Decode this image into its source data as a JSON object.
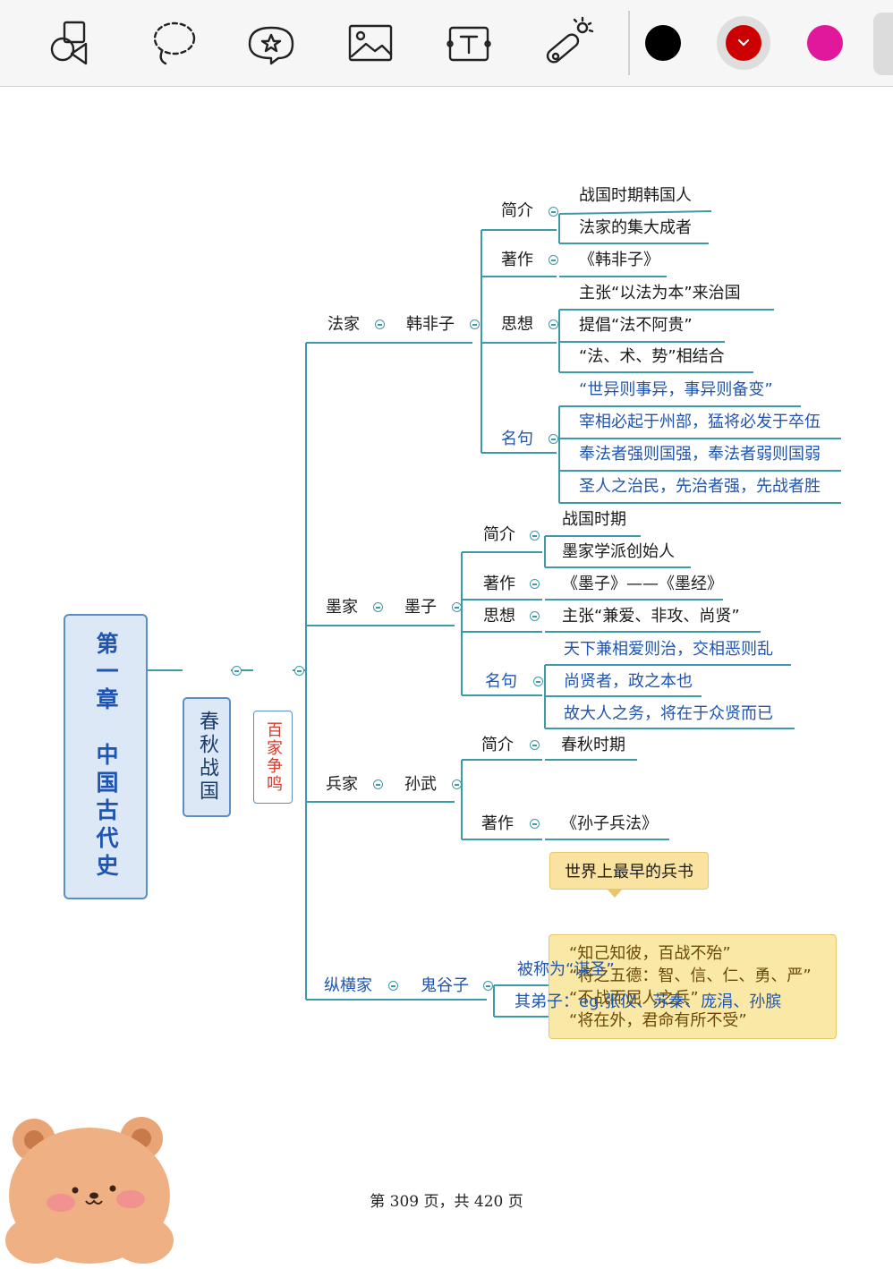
{
  "toolbar": {
    "tools": [
      {
        "name": "shapes",
        "icon": "shapes-icon"
      },
      {
        "name": "lasso",
        "icon": "lasso-icon"
      },
      {
        "name": "sticker",
        "icon": "sticker-star-icon"
      },
      {
        "name": "image",
        "icon": "image-icon"
      },
      {
        "name": "text",
        "icon": "text-box-icon"
      },
      {
        "name": "laser",
        "icon": "laser-pointer-icon"
      }
    ],
    "colors": [
      {
        "name": "black",
        "hex": "#000000",
        "selected": false
      },
      {
        "name": "red",
        "hex": "#cc0000",
        "selected": true
      },
      {
        "name": "magenta",
        "hex": "#e2189c",
        "selected": false
      }
    ]
  },
  "mindmap": {
    "chapter": "第一章　中国古代史",
    "period": "春秋战国",
    "topic": "百家争鸣",
    "legalism": {
      "school": "法家",
      "person": "韩非子",
      "intro_label": "简介",
      "intro": [
        "战国时期韩国人",
        "法家的集大成者"
      ],
      "works_label": "著作",
      "works": [
        "《韩非子》"
      ],
      "thought_label": "思想",
      "thought": [
        "主张“以法为本”来治国",
        "提倡“法不阿贵”",
        "“法、术、势”相结合"
      ],
      "quotes_label": "名句",
      "quotes": [
        "“世异则事异，事异则备变”",
        "宰相必起于州部，猛将必发于卒伍",
        "奉法者强则国强，奉法者弱则国弱",
        "圣人之治民，先治者强，先战者胜"
      ]
    },
    "mohism": {
      "school": "墨家",
      "person": "墨子",
      "intro_label": "简介",
      "intro": [
        "战国时期",
        "墨家学派创始人"
      ],
      "works_label": "著作",
      "works": [
        "《墨子》——《墨经》"
      ],
      "thought_label": "思想",
      "thought": [
        "主张“兼爱、非攻、尚贤”"
      ],
      "quotes_label": "名句",
      "quotes": [
        "天下兼相爱则治，交相恶则乱",
        "尚贤者，政之本也",
        "故大人之务，将在于众贤而已"
      ]
    },
    "military": {
      "school": "兵家",
      "person": "孙武",
      "intro_label": "简介",
      "intro": [
        "春秋时期"
      ],
      "works_label": "著作",
      "works": [
        "《孙子兵法》"
      ],
      "callout": "世界上最早的兵书",
      "quotes": [
        "“知己知彼，百战不殆”",
        "“将之五德：智、信、仁、勇、严”",
        "“不战而屈人之兵”",
        "“将在外，君命有所不受”"
      ]
    },
    "diplomacy": {
      "school": "纵横家",
      "person": "鬼谷子",
      "items": [
        "被称为“谋圣”",
        "其弟子：eg.张仪、苏秦、庞涓、孙膑"
      ]
    }
  },
  "footer": {
    "page": "第 309 页，共 420 页"
  }
}
